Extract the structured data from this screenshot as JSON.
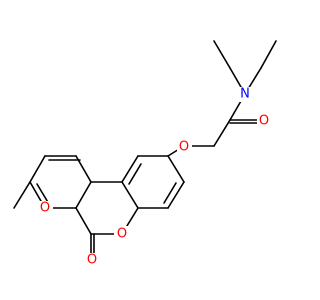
{
  "molecule": {
    "colors": {
      "bond": "#000000",
      "oxygen": "#ff0000",
      "nitrogen": "#0000ff"
    },
    "atom_labels": {
      "n_amide": "N",
      "o_carbonyl": "O",
      "o_ether": "O",
      "o_lactone_ring": "O",
      "o_lactone_carbonyl": "O",
      "o_methoxy": "O"
    }
  }
}
